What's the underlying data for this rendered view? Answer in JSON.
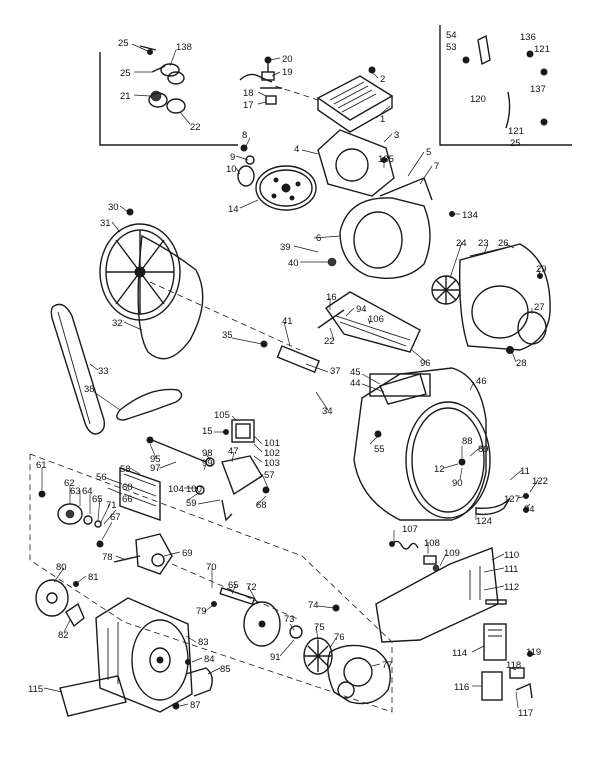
{
  "labels": {
    "l25a": "25",
    "l138": "138",
    "l25b": "25",
    "l21": "21",
    "l22": "22",
    "l20": "20",
    "l19": "19",
    "l18": "18",
    "l17": "17",
    "l2": "2",
    "l1": "1",
    "l3": "3",
    "l4": "4",
    "l135": "135",
    "l5": "5",
    "l7": "7",
    "l8": "8",
    "l9": "9",
    "l10": "10",
    "l14": "14",
    "l134": "134",
    "l54": "54",
    "l53": "53",
    "l136": "136",
    "l121a": "121",
    "l137": "137",
    "l120": "120",
    "l121b": "121",
    "l25c": "25",
    "l30": "30",
    "l31": "31",
    "l6": "6",
    "l39": "39",
    "l40": "40",
    "l24": "24",
    "l23": "23",
    "l26": "26",
    "l29": "29",
    "l27": "27",
    "l28": "28",
    "l16": "16",
    "l94a": "94",
    "l106": "106",
    "l22b": "22",
    "l96": "96",
    "l32": "32",
    "l35": "35",
    "l41": "41",
    "l33": "33",
    "l37": "37",
    "l38": "38",
    "l45": "45",
    "l44": "44",
    "l46": "46",
    "l34": "34",
    "l105": "105",
    "l15": "15",
    "l101": "101",
    "l102": "102",
    "l103": "103",
    "l57": "57",
    "l58": "58",
    "l95": "95",
    "l97": "97",
    "l98": "98",
    "l99": "99",
    "l47": "47",
    "l55": "55",
    "l88": "88",
    "l89": "89",
    "l12": "12",
    "l90": "90",
    "l11": "11",
    "l122": "122",
    "l61": "61",
    "l56": "56",
    "l60": "60",
    "l104": "104",
    "l100": "100",
    "l59": "59",
    "l68": "68",
    "l127": "127",
    "l94b": "94",
    "l124": "124",
    "l62": "62",
    "l63": "63",
    "l64": "64",
    "l65a": "65",
    "l71": "71",
    "l66": "66",
    "l67": "67",
    "l107": "107",
    "l108": "108",
    "l109": "109",
    "l110": "110",
    "l111": "111",
    "l112": "112",
    "l78": "78",
    "l69": "69",
    "l70": "70",
    "l65b": "65",
    "l72": "72",
    "l80": "80",
    "l81": "81",
    "l82": "82",
    "l79a": "79",
    "l74": "74",
    "l73": "73",
    "l75": "75",
    "l83": "83",
    "l91": "91",
    "l76": "76",
    "l77": "77",
    "l84": "84",
    "l85": "85",
    "l114": "114",
    "l119": "119",
    "l118": "118",
    "l115": "115",
    "l87": "87",
    "l116": "116",
    "l117": "117"
  }
}
